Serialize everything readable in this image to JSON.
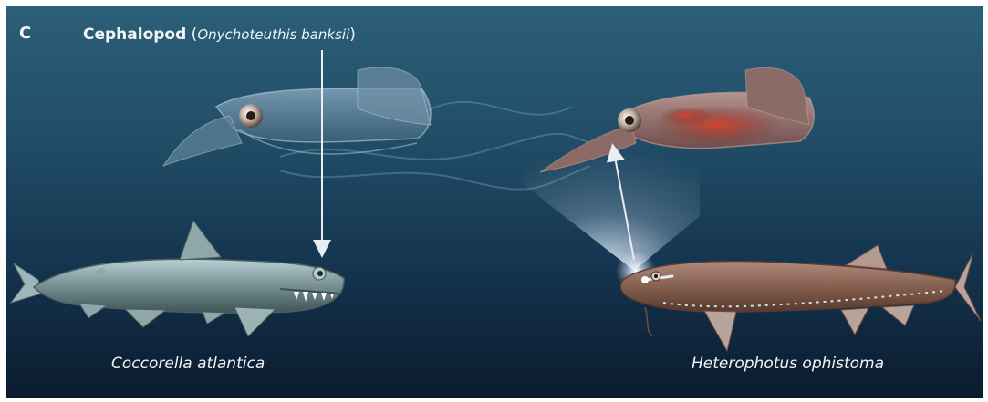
{
  "panel_label": "C",
  "title": {
    "common_name": "Cephalopod",
    "open_paren": " (",
    "scientific_name": "Onychoteuthis banksii",
    "close_paren": ")"
  },
  "predators": {
    "left": {
      "name": "Coccorella atlantica"
    },
    "right": {
      "name": "Heterophotus ophistoma"
    }
  },
  "colors": {
    "water_top": "#2c5f78",
    "water_bottom": "#0a1b2e",
    "text": "#f2f5f7",
    "arrow": "#e8eef2",
    "squid_transparent": "#7fa1b8",
    "squid_pigmented": "#9c7470",
    "fish_left": "#7f9a9d",
    "fish_right": "#8c6a5e",
    "photophores": "#d7e3e8"
  }
}
